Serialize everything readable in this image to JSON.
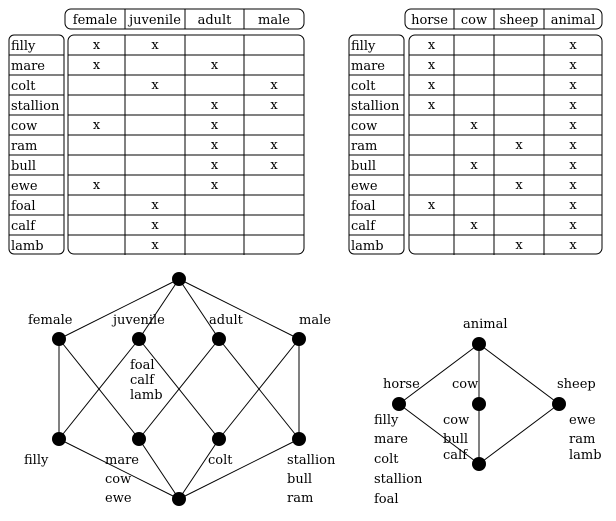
{
  "table1": {
    "columns": [
      "female",
      "juvenile",
      "adult",
      "male"
    ],
    "rows": [
      "filly",
      "mare",
      "colt",
      "stallion",
      "cow",
      "ram",
      "bull",
      "ewe",
      "foal",
      "calf",
      "lamb"
    ],
    "mark": "x",
    "cells": [
      [
        true,
        true,
        false,
        false
      ],
      [
        true,
        false,
        true,
        false
      ],
      [
        false,
        true,
        false,
        true
      ],
      [
        false,
        false,
        true,
        true
      ],
      [
        true,
        false,
        true,
        false
      ],
      [
        false,
        false,
        true,
        true
      ],
      [
        false,
        false,
        true,
        true
      ],
      [
        true,
        false,
        true,
        false
      ],
      [
        false,
        true,
        false,
        false
      ],
      [
        false,
        true,
        false,
        false
      ],
      [
        false,
        true,
        false,
        false
      ]
    ]
  },
  "table2": {
    "columns": [
      "horse",
      "cow",
      "sheep",
      "animal"
    ],
    "rows": [
      "filly",
      "mare",
      "colt",
      "stallion",
      "cow",
      "ram",
      "bull",
      "ewe",
      "foal",
      "calf",
      "lamb"
    ],
    "mark": "x",
    "cells": [
      [
        true,
        false,
        false,
        true
      ],
      [
        true,
        false,
        false,
        true
      ],
      [
        true,
        false,
        false,
        true
      ],
      [
        true,
        false,
        false,
        true
      ],
      [
        false,
        true,
        false,
        true
      ],
      [
        false,
        false,
        true,
        true
      ],
      [
        false,
        true,
        false,
        true
      ],
      [
        false,
        false,
        true,
        true
      ],
      [
        true,
        false,
        false,
        true
      ],
      [
        false,
        true,
        false,
        true
      ],
      [
        false,
        false,
        true,
        true
      ]
    ]
  },
  "lattice1": {
    "nodes": [
      {
        "id": "top",
        "label": ""
      },
      {
        "id": "female",
        "label": "female"
      },
      {
        "id": "juvenile",
        "label": "juvenile"
      },
      {
        "id": "adult",
        "label": "adult"
      },
      {
        "id": "male",
        "label": "male"
      },
      {
        "id": "filly",
        "label": "filly"
      },
      {
        "id": "mare",
        "label": "mare"
      },
      {
        "id": "colt",
        "label": "colt"
      },
      {
        "id": "stallion",
        "label": "stallion"
      },
      {
        "id": "bottom",
        "label": ""
      }
    ],
    "objects": {
      "juvenile": [
        "foal",
        "calf",
        "lamb"
      ],
      "mare": [
        "cow",
        "ewe"
      ],
      "stallion": [
        "bull",
        "ram"
      ]
    },
    "edges": [
      [
        "top",
        "female"
      ],
      [
        "top",
        "juvenile"
      ],
      [
        "top",
        "adult"
      ],
      [
        "top",
        "male"
      ],
      [
        "female",
        "filly"
      ],
      [
        "female",
        "mare"
      ],
      [
        "juvenile",
        "filly"
      ],
      [
        "juvenile",
        "colt"
      ],
      [
        "adult",
        "mare"
      ],
      [
        "adult",
        "stallion"
      ],
      [
        "male",
        "colt"
      ],
      [
        "male",
        "stallion"
      ],
      [
        "filly",
        "bottom"
      ],
      [
        "mare",
        "bottom"
      ],
      [
        "colt",
        "bottom"
      ],
      [
        "stallion",
        "bottom"
      ]
    ]
  },
  "lattice2": {
    "nodes": [
      {
        "id": "animal",
        "label": "animal"
      },
      {
        "id": "horse",
        "label": "horse"
      },
      {
        "id": "cow",
        "label": "cow"
      },
      {
        "id": "sheep",
        "label": "sheep"
      },
      {
        "id": "bottom",
        "label": ""
      }
    ],
    "objects": {
      "horse": [
        "filly",
        "mare",
        "colt",
        "stallion",
        "foal"
      ],
      "cow": [
        "cow",
        "bull",
        "calf"
      ],
      "sheep": [
        "ewe",
        "ram",
        "lamb"
      ]
    },
    "edges": [
      [
        "animal",
        "horse"
      ],
      [
        "animal",
        "cow"
      ],
      [
        "animal",
        "sheep"
      ],
      [
        "horse",
        "bottom"
      ],
      [
        "cow",
        "bottom"
      ],
      [
        "sheep",
        "bottom"
      ]
    ]
  }
}
